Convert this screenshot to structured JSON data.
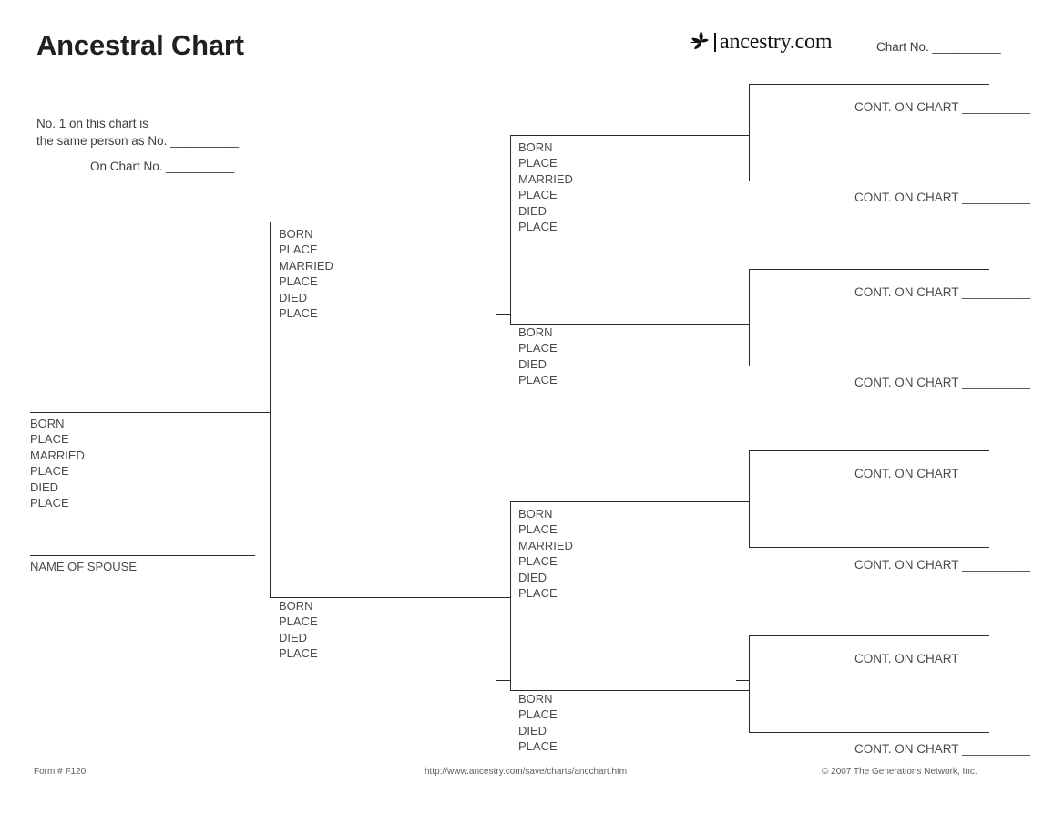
{
  "page": {
    "title": "Ancestral Chart",
    "brand": {
      "icon": "ancestry-leaf-icon",
      "text": "ancestry.com"
    },
    "chart_no_label": "Chart No. __________"
  },
  "notes": {
    "line1": "No. 1 on this chart is",
    "line2": "the same person as No. __________",
    "line3": "On Chart No. __________"
  },
  "labels": {
    "born": "BORN",
    "place": "PLACE",
    "married": "MARRIED",
    "died": "DIED",
    "name_of_spouse": "NAME OF SPOUSE",
    "cont_on_chart": "CONT. ON CHART __________"
  },
  "chart_data": {
    "type": "diagram",
    "title": "Ancestral Chart",
    "generations": 4,
    "person1": {
      "position": "root",
      "fields": [
        "BORN",
        "PLACE",
        "MARRIED",
        "PLACE",
        "DIED",
        "PLACE"
      ],
      "spouse_label": "NAME OF SPOUSE"
    },
    "generation2": [
      {
        "role": "father",
        "fields": [
          "BORN",
          "PLACE",
          "MARRIED",
          "PLACE",
          "DIED",
          "PLACE"
        ]
      },
      {
        "role": "mother",
        "fields": [
          "BORN",
          "PLACE",
          "DIED",
          "PLACE"
        ]
      }
    ],
    "generation3": [
      {
        "role": "paternal-grandfather",
        "fields": [
          "BORN",
          "PLACE",
          "MARRIED",
          "PLACE",
          "DIED",
          "PLACE"
        ]
      },
      {
        "role": "paternal-grandmother",
        "fields": [
          "BORN",
          "PLACE",
          "DIED",
          "PLACE"
        ]
      },
      {
        "role": "maternal-grandfather",
        "fields": [
          "BORN",
          "PLACE",
          "MARRIED",
          "PLACE",
          "DIED",
          "PLACE"
        ]
      },
      {
        "role": "maternal-grandmother",
        "fields": [
          "BORN",
          "PLACE",
          "DIED",
          "PLACE"
        ]
      }
    ],
    "generation4": [
      {
        "label": "CONT. ON CHART __________"
      },
      {
        "label": "CONT. ON CHART __________"
      },
      {
        "label": "CONT. ON CHART __________"
      },
      {
        "label": "CONT. ON CHART __________"
      },
      {
        "label": "CONT. ON CHART __________"
      },
      {
        "label": "CONT. ON CHART __________"
      },
      {
        "label": "CONT. ON CHART __________"
      },
      {
        "label": "CONT. ON CHART __________"
      }
    ],
    "colors": {
      "ink": "#2b2b2b",
      "text": "#4a4a4a",
      "title": "#231f20",
      "paper": "#ffffff"
    }
  },
  "footer": {
    "form": "Form # F120",
    "url": "http://www.ancestry.com/save/charts/ancchart.htm",
    "copyright": "© 2007 The Generations Network, Inc."
  }
}
